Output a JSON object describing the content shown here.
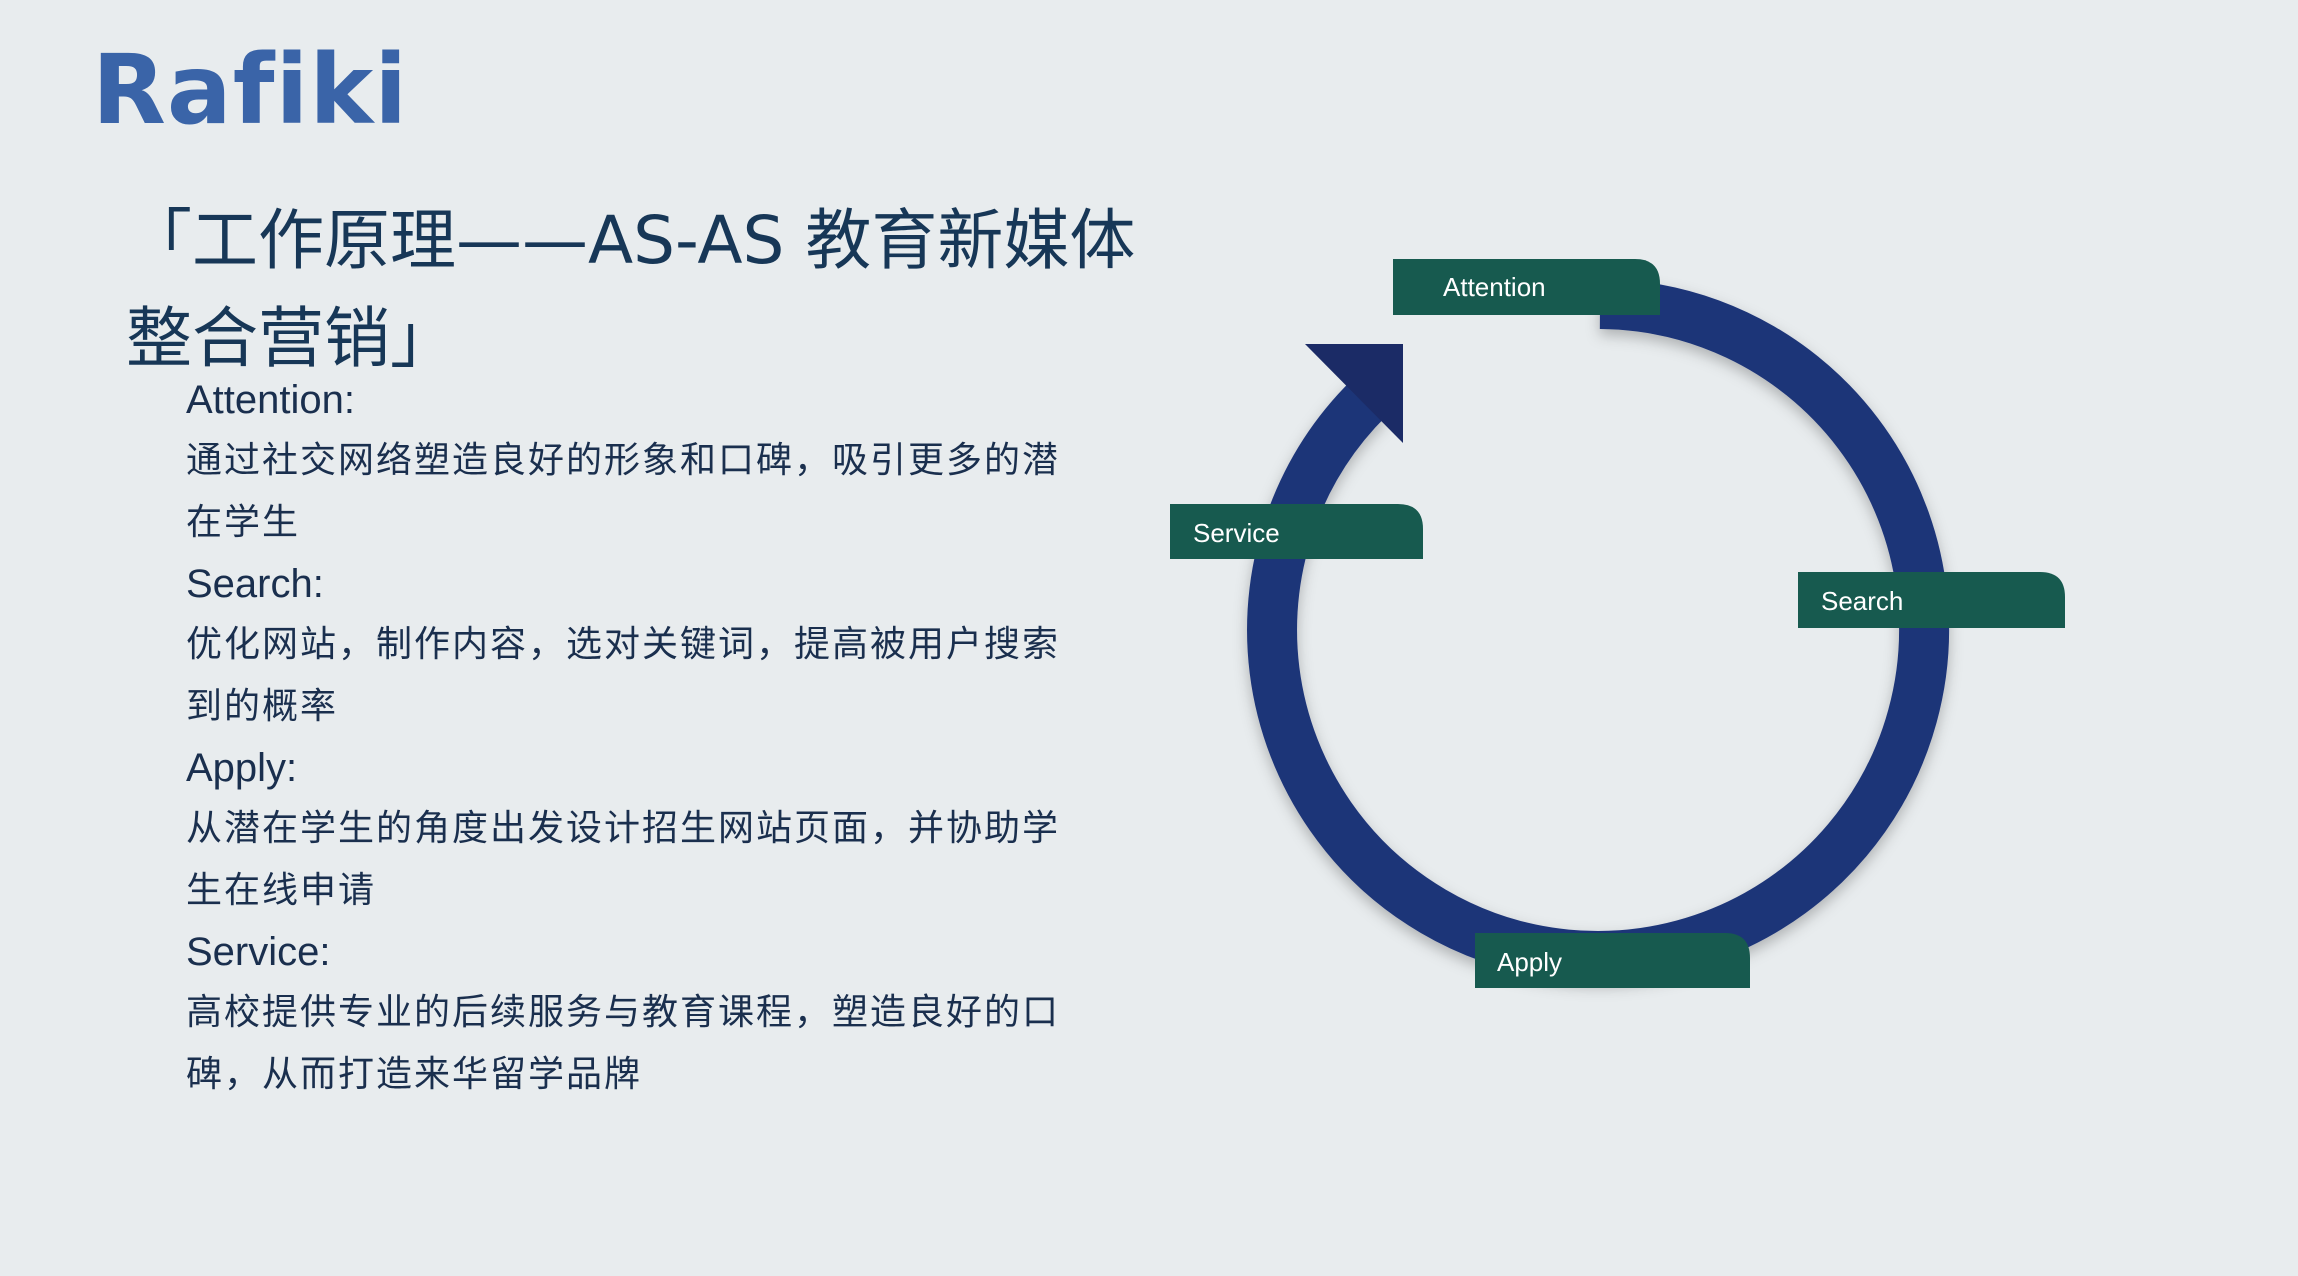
{
  "logo": "Rafiki",
  "title": "「工作原理——AS-AS 教育新媒体整合营销」",
  "steps": [
    {
      "heading": "Attention:",
      "text": "通过社交网络塑造良好的形象和口碑，吸引更多的潜在学生"
    },
    {
      "heading": "Search:",
      "text": "优化网站，制作内容，选对关键词，提高被用户搜索到的概率"
    },
    {
      "heading": "Apply:",
      "text": "从潜在学生的角度出发设计招生网站页面，并协助学生在线申请"
    },
    {
      "heading": "Service:",
      "text": "高校提供专业的后续服务与教育课程，塑造良好的口碑，从而打造来华留学品牌"
    }
  ],
  "cycle": {
    "labels": {
      "attention": "Attention",
      "search": "Search",
      "apply": "Apply",
      "service": "Service"
    },
    "colors": {
      "ring": "#1f3478",
      "arrow": "#1b2b66",
      "tag": "#175a4f",
      "background": "#e8ecee",
      "title": "#173757",
      "logo": "#3a64a8"
    }
  }
}
